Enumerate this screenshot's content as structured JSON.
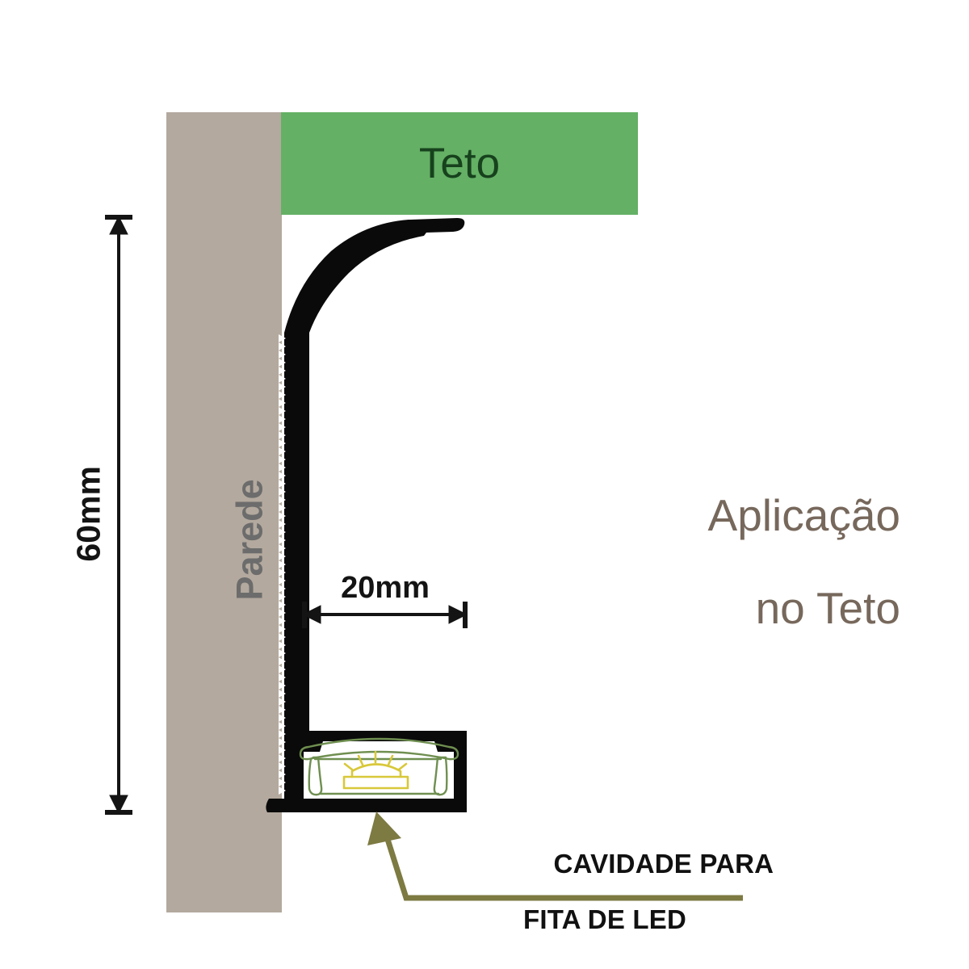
{
  "diagram": {
    "title_block": {
      "line1": "Aplicação",
      "line2": "no Teto"
    },
    "regions": {
      "ceiling_label": "Teto",
      "wall_label": "Parede"
    },
    "dimensions": {
      "vertical": "60mm",
      "horizontal": "20mm"
    },
    "callout": {
      "line1": "CAVIDADE PARA",
      "line2": "FITA DE LED"
    },
    "colors": {
      "ceiling_fill": "#64b065",
      "ceiling_text": "#17421d",
      "wall_fill": "#b3a99e",
      "wall_text": "#6c6c6c",
      "profile": "#0a0a0a",
      "headline_text": "#77685c",
      "callout_line": "#7d7a42",
      "callout_text": "#111111",
      "diffuser_outline": "#6f8f50",
      "led_outline": "#d8c83a",
      "dimension_line": "#141414",
      "background": "#ffffff"
    },
    "icons": {
      "led_strip": "led-light-icon",
      "dimension_arrow_vertical": "double-arrow-vertical-icon",
      "dimension_arrow_horizontal": "double-arrow-horizontal-icon",
      "callout_arrow": "callout-arrow-icon"
    }
  }
}
